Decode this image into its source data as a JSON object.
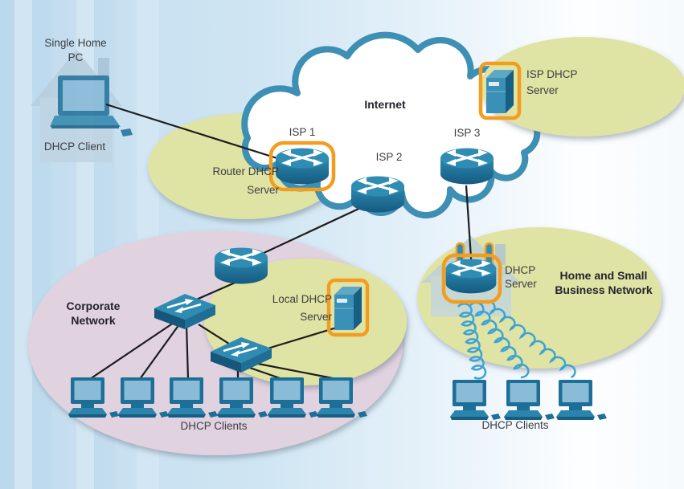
{
  "title": "DHCP servers and clients network topology",
  "labels": {
    "single_home_pc": [
      "Single Home",
      "PC"
    ],
    "single_home_caption": "DHCP Client",
    "internet": "Internet",
    "isp1": "ISP 1",
    "isp2": "ISP 2",
    "isp3": "ISP 3",
    "router_dhcp_server": [
      "Router DHCP",
      "Server"
    ],
    "isp_dhcp_server": [
      "ISP DHCP",
      "Server"
    ],
    "local_dhcp_server": [
      "Local DHCP",
      "Server"
    ],
    "corporate_network": [
      "Corporate",
      "Network"
    ],
    "corporate_clients": "DHCP Clients",
    "home_network": [
      "Home and Small",
      "Business Network"
    ],
    "home_dhcp_server": [
      "DHCP",
      "Server"
    ],
    "home_clients": "DHCP Clients"
  },
  "colors": {
    "highlight_orange": "#F29D1F",
    "zone_yellow": "#DFE3A4",
    "zone_pink": "#E1D2E0",
    "cloud_border": "#3E8FB4",
    "device_blue": "#2A80A8",
    "device_blue_dark": "#175E83",
    "screen_blue": "#8ABBD7",
    "wireless_blue": "#3EA3D3",
    "link_black": "#1C1C1C",
    "background_blue": "#C9E1F1",
    "house_gray_blue": "#B7CEDE"
  }
}
